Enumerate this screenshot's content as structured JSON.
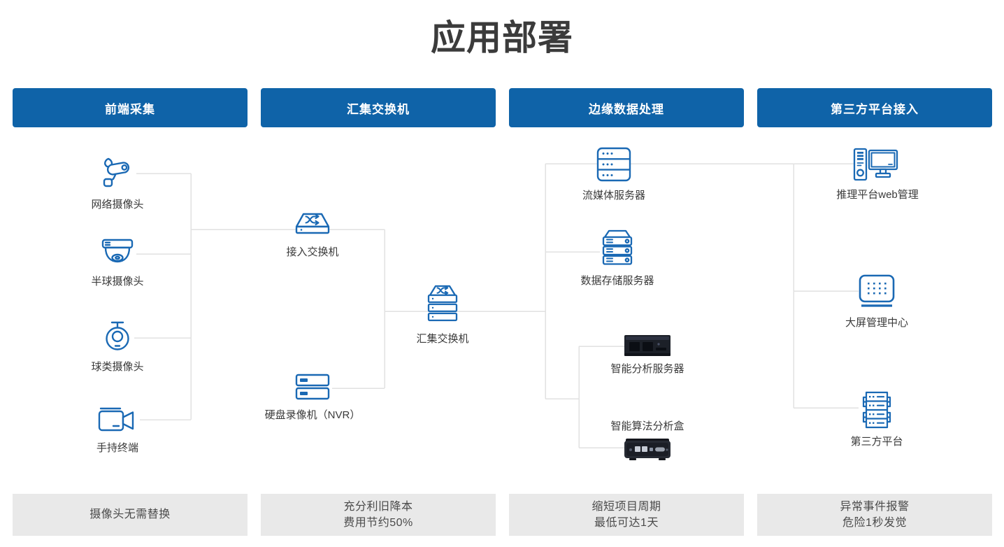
{
  "title": "应用部署",
  "columns": [
    {
      "header": "前端采集",
      "footer": [
        "摄像头无需替换"
      ]
    },
    {
      "header": "汇集交换机",
      "footer": [
        "充分利旧降本",
        "费用节约50%"
      ]
    },
    {
      "header": "边缘数据处理",
      "footer": [
        "缩短项目周期",
        "最低可达1天"
      ]
    },
    {
      "header": "第三方平台接入",
      "footer": [
        "异常事件报警",
        "危险1秒发觉"
      ]
    }
  ],
  "nodes": {
    "network_camera": "网络摄像头",
    "dome_camera": "半球摄像头",
    "ball_camera": "球类摄像头",
    "handheld_terminal": "手持终端",
    "access_switch": "接入交换机",
    "nvr": "硬盘录像机（NVR）",
    "aggregation_switch": "汇集交换机",
    "streaming_server": "流媒体服务器",
    "storage_server": "数据存储服务器",
    "analysis_server": "智能分析服务器",
    "analysis_box": "智能算法分析盒",
    "inference_web": "推理平台web管理",
    "big_screen": "大屏管理中心",
    "third_party": "第三方平台"
  },
  "colors": {
    "header_bg": "#0f63a8",
    "footer_bg": "#e9e9e9",
    "icon_stroke": "#1a69b4",
    "connector_line": "#e1e1e1",
    "title_text": "#3b3b3b"
  }
}
